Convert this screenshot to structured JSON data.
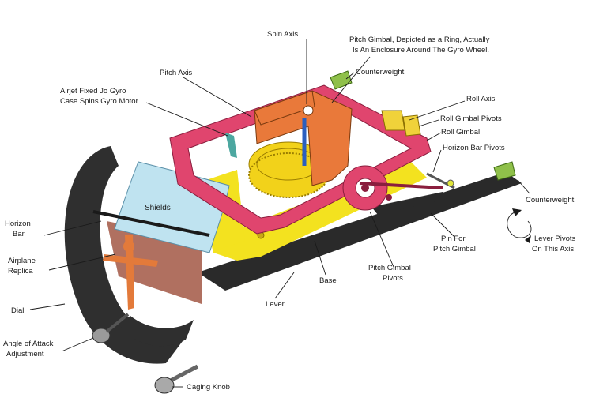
{
  "labels": {
    "spin_axis": "Spin Axis",
    "pitch_gimbal_1": "Pitch Gimbal, Depicted as a Ring, Actually",
    "pitch_gimbal_2": "Is An Enclosure Around The Gyro Wheel.",
    "pitch_axis": "Pitch Axis",
    "counterweight_top": "Counterweight",
    "airjet_1": "Airjet Fixed Jo Gyro",
    "airjet_2": "Case Spins Gyro Motor",
    "roll_axis": "Roll Axis",
    "roll_gimbal_pivots": "Roll Gimbal Pivots",
    "roll_gimbal": "Roll Gimbal",
    "horizon_bar_pivots": "Horizon Bar Pivots",
    "counterweight_right": "Counterweight",
    "shields": "Shields",
    "horizon_bar_1": "Horizon",
    "horizon_bar_2": "Bar",
    "airplane_replica_1": "Airplane",
    "airplane_replica_2": "Replica",
    "dial": "Dial",
    "angle_of_attack_1": "Angle of Attack",
    "angle_of_attack_2": "Adjustment",
    "lever_pivots_1": "Lever Pivots",
    "lever_pivots_2": "On This Axis",
    "pin_pitch_gimbal_1": "Pin For",
    "pin_pitch_gimbal_2": "Pitch Gimbal",
    "pitch_gimbal_pivots_1": "Pitch Gimbal",
    "pitch_gimbal_pivots_2": "Pivots",
    "base": "Base",
    "lever": "Lever",
    "caging_knob": "Caging Knob"
  },
  "colors": {
    "roll_gimbal": "#e0456e",
    "pitch_gimbal": "#e9793a",
    "gyro_wheel": "#f2d21a",
    "base": "#f3e21f",
    "lever": "#2a2a2a",
    "shield": "#bfe3f0",
    "dial": "#2f2f2f",
    "counterweight": "#8fc04a",
    "pivot_yellow": "#f0d23a",
    "spin_axis": "#2b5fbf",
    "airplane": "#e37a3a",
    "shadow": "#b07060",
    "airjet": "#4ca7a0"
  }
}
